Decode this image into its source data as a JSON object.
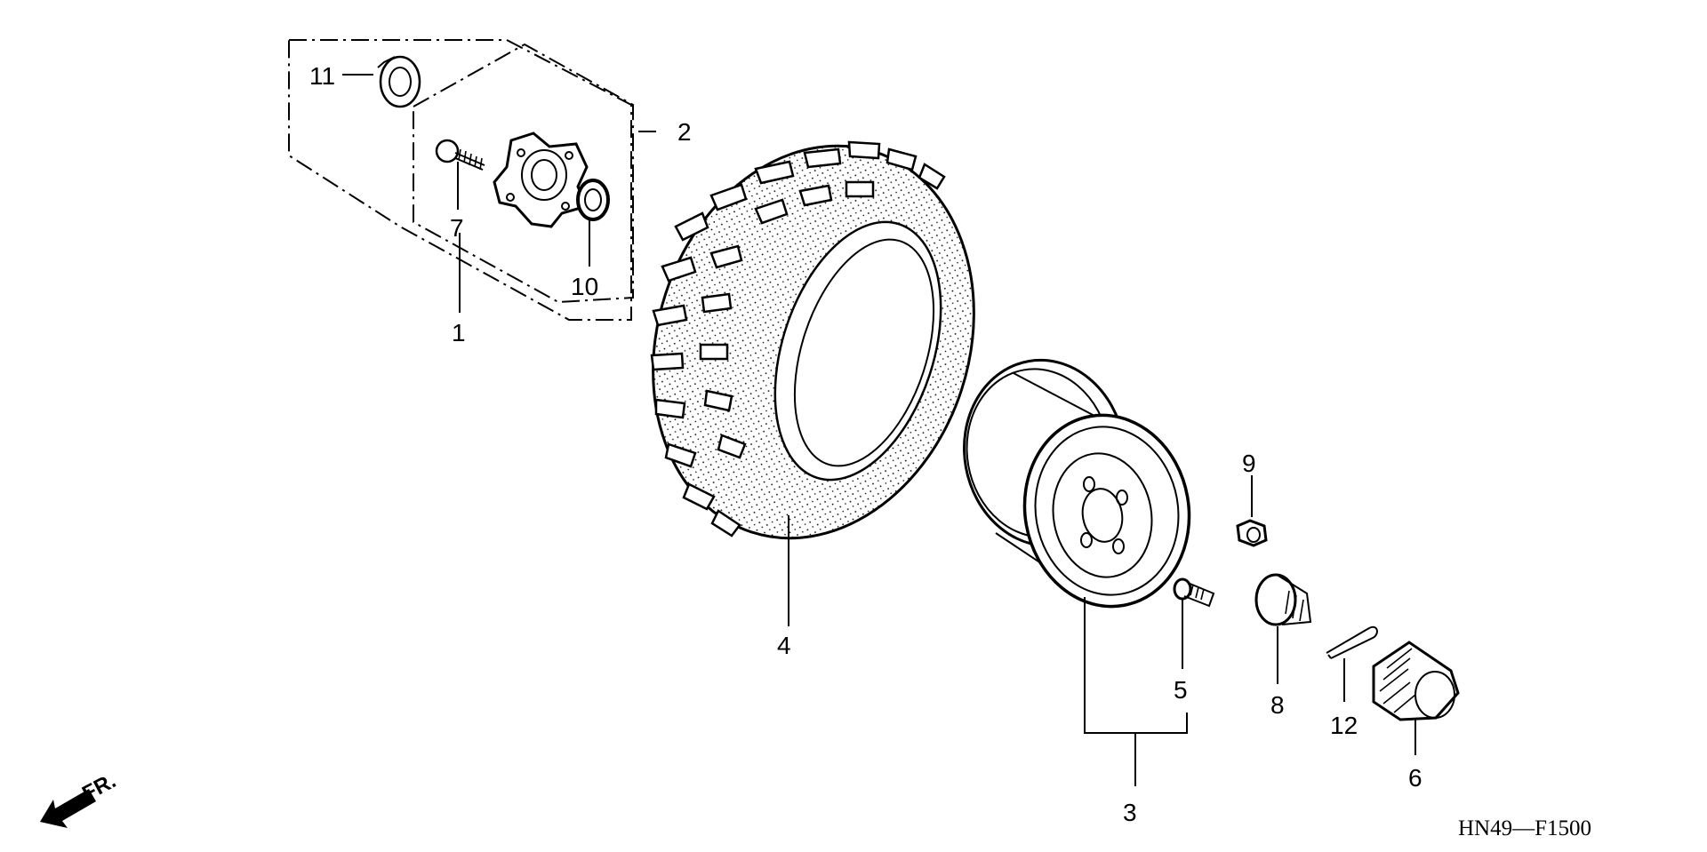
{
  "diagram": {
    "code": "HN49—F1500",
    "direction_label": "FR."
  },
  "callouts": [
    {
      "id": "1",
      "part": "hub-assembly"
    },
    {
      "id": "2",
      "part": "hub-subassembly"
    },
    {
      "id": "3",
      "part": "wheel-assembly"
    },
    {
      "id": "4",
      "part": "tire"
    },
    {
      "id": "5",
      "part": "valve-stem"
    },
    {
      "id": "6",
      "part": "cap"
    },
    {
      "id": "7",
      "part": "hub-bolt"
    },
    {
      "id": "8",
      "part": "castle-nut"
    },
    {
      "id": "9",
      "part": "wheel-nut"
    },
    {
      "id": "10",
      "part": "oil-seal"
    },
    {
      "id": "11",
      "part": "collar"
    },
    {
      "id": "12",
      "part": "cotter-pin"
    }
  ],
  "icons": {
    "direction_arrow": "arrow-front-icon"
  }
}
